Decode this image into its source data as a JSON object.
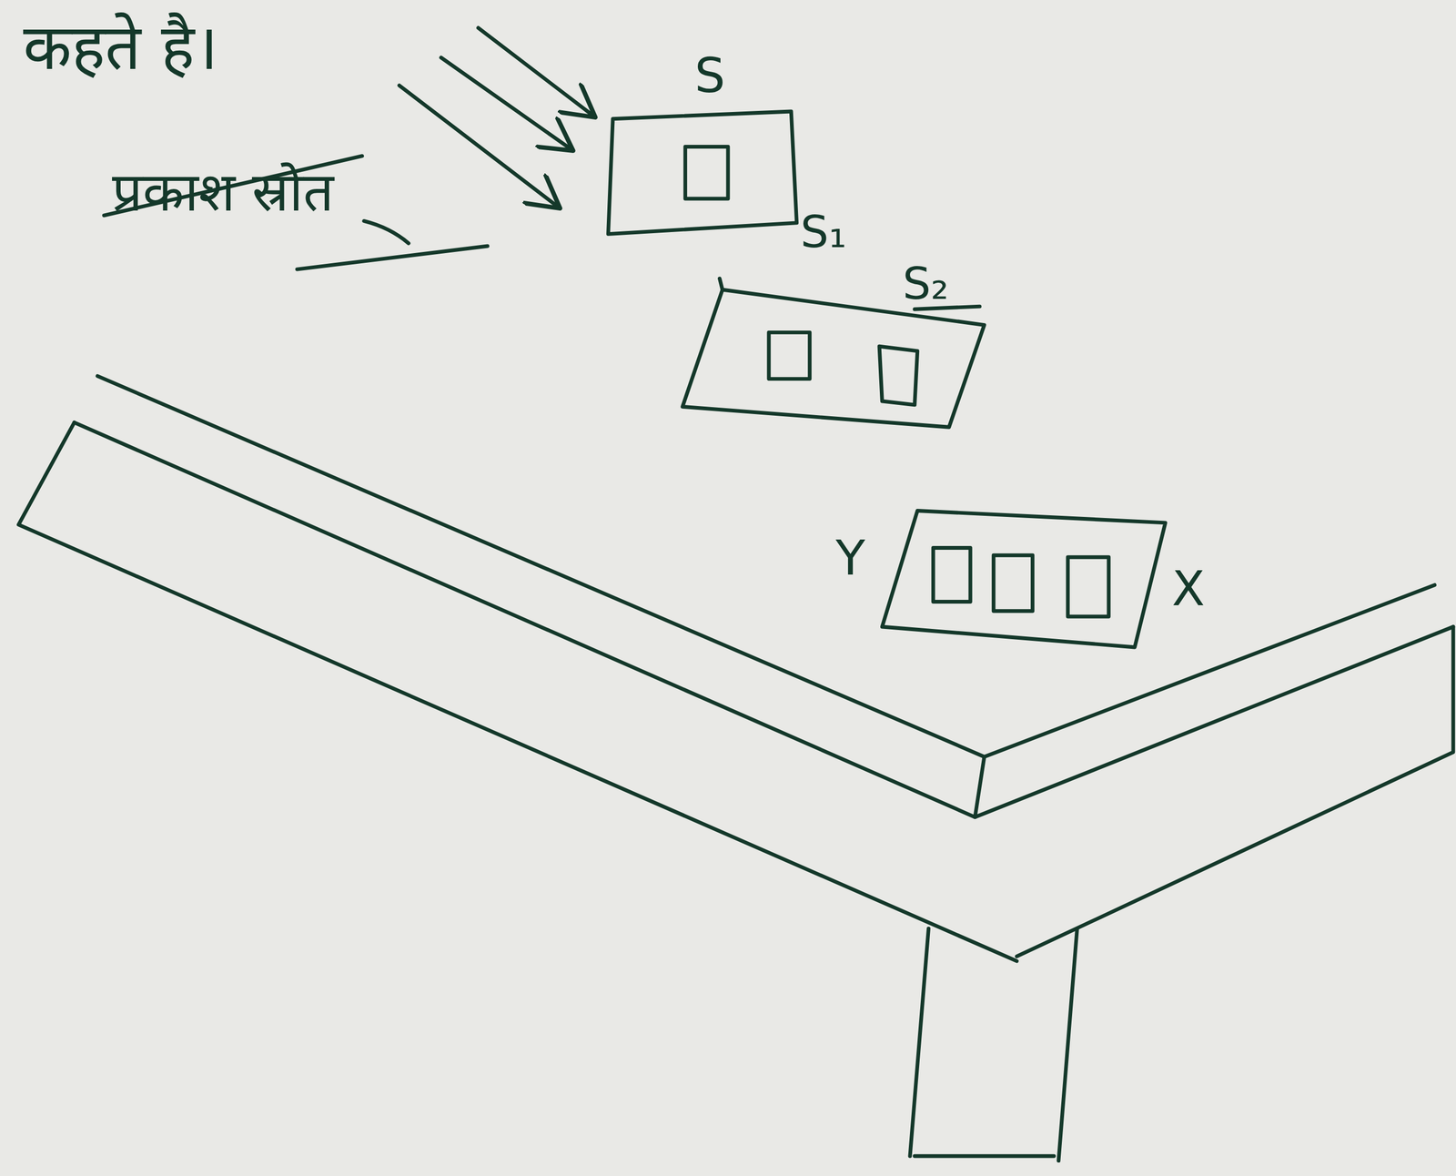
{
  "diagram": {
    "labels": [
      "कहते है।",
      "प्रकाश स्रोत",
      "S",
      "S₁",
      "S₂",
      "Y",
      "X"
    ]
  }
}
